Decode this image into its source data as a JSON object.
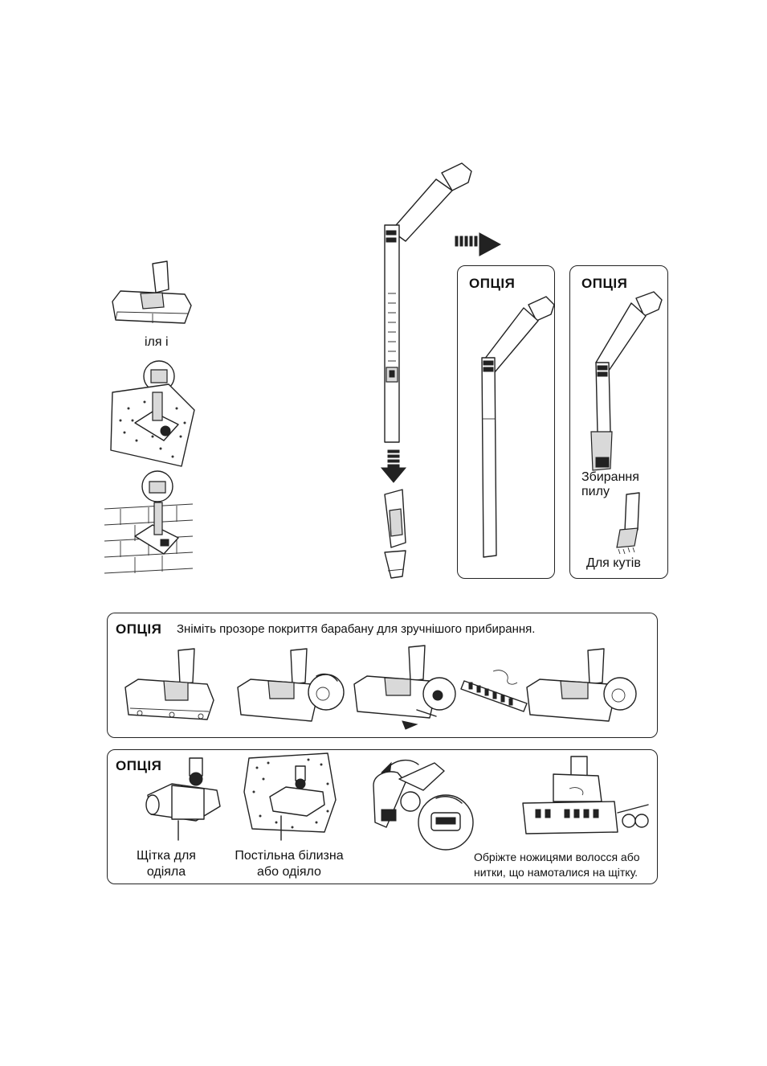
{
  "left_column": {
    "nozzle_caption": "іля і"
  },
  "option_label": "ОПЦІЯ",
  "option_panel_2": {
    "dust_caption_line1": "Збирання",
    "dust_caption_line2": "пилу",
    "corners_caption": "Для кутів"
  },
  "drum_panel": {
    "instruction": "Зніміть прозоре покриття барабану для зручнішого прибирання."
  },
  "blanket_panel": {
    "brush_caption_line1": "Щітка для",
    "brush_caption_line2": "одіяла",
    "bedding_caption_line1": "Постільна білизна",
    "bedding_caption_line2": "або одіяло",
    "cut_caption_line1": "Обріжте ножицями волосся або",
    "cut_caption_line2": "нитки, що намоталися на щітку."
  }
}
